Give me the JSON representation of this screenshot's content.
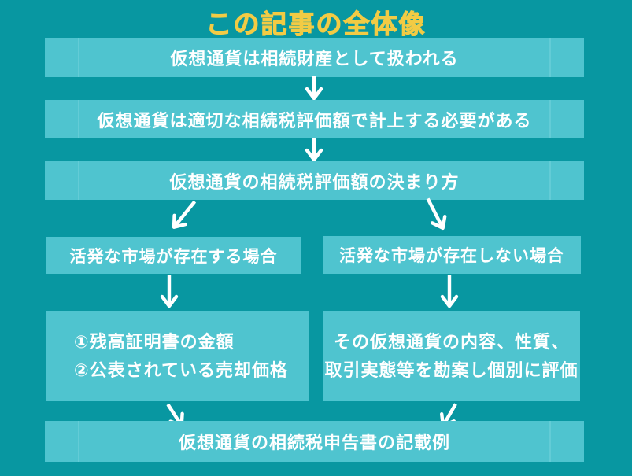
{
  "page": {
    "title": "この記事の全体像"
  },
  "colors": {
    "background": "#0897A1",
    "box_fill": "#4FC4CF",
    "box_divider_line": "#63CCD6",
    "title_text": "#F2CB44",
    "box_text": "#FFFFFF",
    "arrow": "#FFFFFF"
  },
  "flow": {
    "step1": "仮想通貨は相続財産として扱われる",
    "step2": "仮想通貨は適切な相続税評価額で計上する必要がある",
    "step3": "仮想通貨の相続税評価額の決まり方",
    "branch_active_market": "活発な市場が存在する場合",
    "branch_no_active_market": "活発な市場が存在しない場合",
    "valuation_active_line1": "①残高証明書の金額",
    "valuation_active_line2": "②公表されている売却価格",
    "valuation_inactive_line1": "その仮想通貨の内容、性質、",
    "valuation_inactive_line2": "取引実態等を勘案し個別に評価",
    "final_step": "仮想通貨の相続税申告書の記載例"
  }
}
